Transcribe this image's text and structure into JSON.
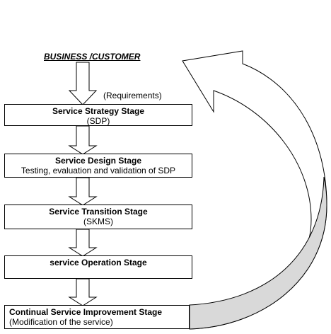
{
  "header": {
    "label": "BUSINESS /CUSTOMER"
  },
  "requirements_label": "(Requirements)",
  "stages": [
    {
      "title": "Service Strategy Stage",
      "subtitle": "(SDP)"
    },
    {
      "title": "Service Design Stage",
      "subtitle": "Testing, evaluation and validation of SDP"
    },
    {
      "title": "Service Transition Stage",
      "subtitle": "(SKMS)"
    },
    {
      "title": "service Operation Stage",
      "subtitle": ""
    },
    {
      "title": "Continual Service Improvement Stage",
      "subtitle": "(Modification of the service)"
    }
  ],
  "colors": {
    "line": "#000000",
    "box_fill": "#ffffff",
    "loop_shade": "#d9d9d9"
  }
}
